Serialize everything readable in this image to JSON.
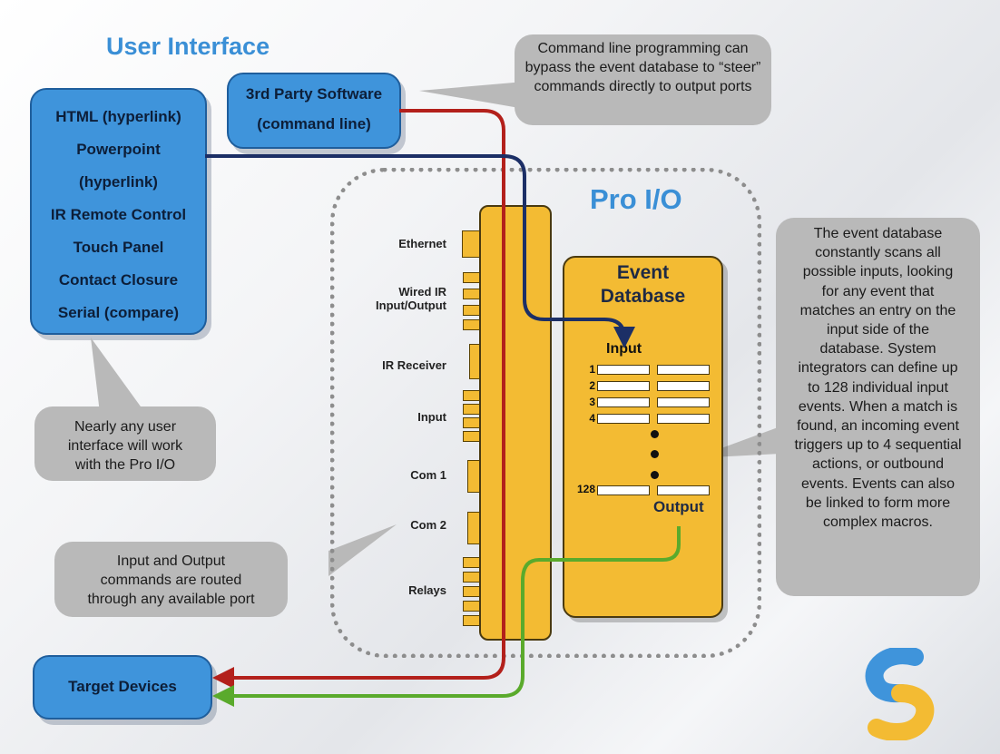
{
  "user_interface": {
    "title": "User Interface",
    "items": [
      "HTML (hyperlink)",
      "Powerpoint",
      "(hyperlink)",
      "IR Remote Control",
      "Touch Panel",
      "Contact Closure",
      "Serial (compare)"
    ]
  },
  "third_party": {
    "line1": "3rd Party Software",
    "line2": "(command line)"
  },
  "notes": {
    "command_line": "Command line programming can bypass the event database to “steer” commands directly to output ports",
    "any_interface": "Nearly any user interface will work with the Pro I/O",
    "routed": "Input and Output commands are routed through any available port",
    "event_database": "The event database constantly scans all possible inputs, looking for any event that matches an entry on the input side of the database. System integrators can define up to 128 individual input events. When a match is found, an incoming event triggers up to 4 sequential actions, or outbound events. Events can also be linked to form more complex macros."
  },
  "pro_io": {
    "title": "Pro I/O",
    "ports": {
      "ethernet": "Ethernet",
      "wired_ir_1": "Wired IR",
      "wired_ir_2": "Input/Output",
      "ir_receiver": "IR Receiver",
      "input": "Input",
      "com1": "Com 1",
      "com2": "Com 2",
      "relays": "Relays"
    }
  },
  "event_database": {
    "title_1": "Event",
    "title_2": "Database",
    "input_label": "Input",
    "output_label": "Output",
    "rows": [
      "1",
      "2",
      "3",
      "4",
      "128"
    ]
  },
  "target_devices": "Target Devices",
  "colors": {
    "blue_box": "#3f94db",
    "yellow": "#f3bb33",
    "grey_note": "#b9b9b9",
    "red_line": "#b3201b",
    "navy_line": "#1c2f66",
    "green_line": "#5aaa2c"
  },
  "logo": "logo-icon"
}
